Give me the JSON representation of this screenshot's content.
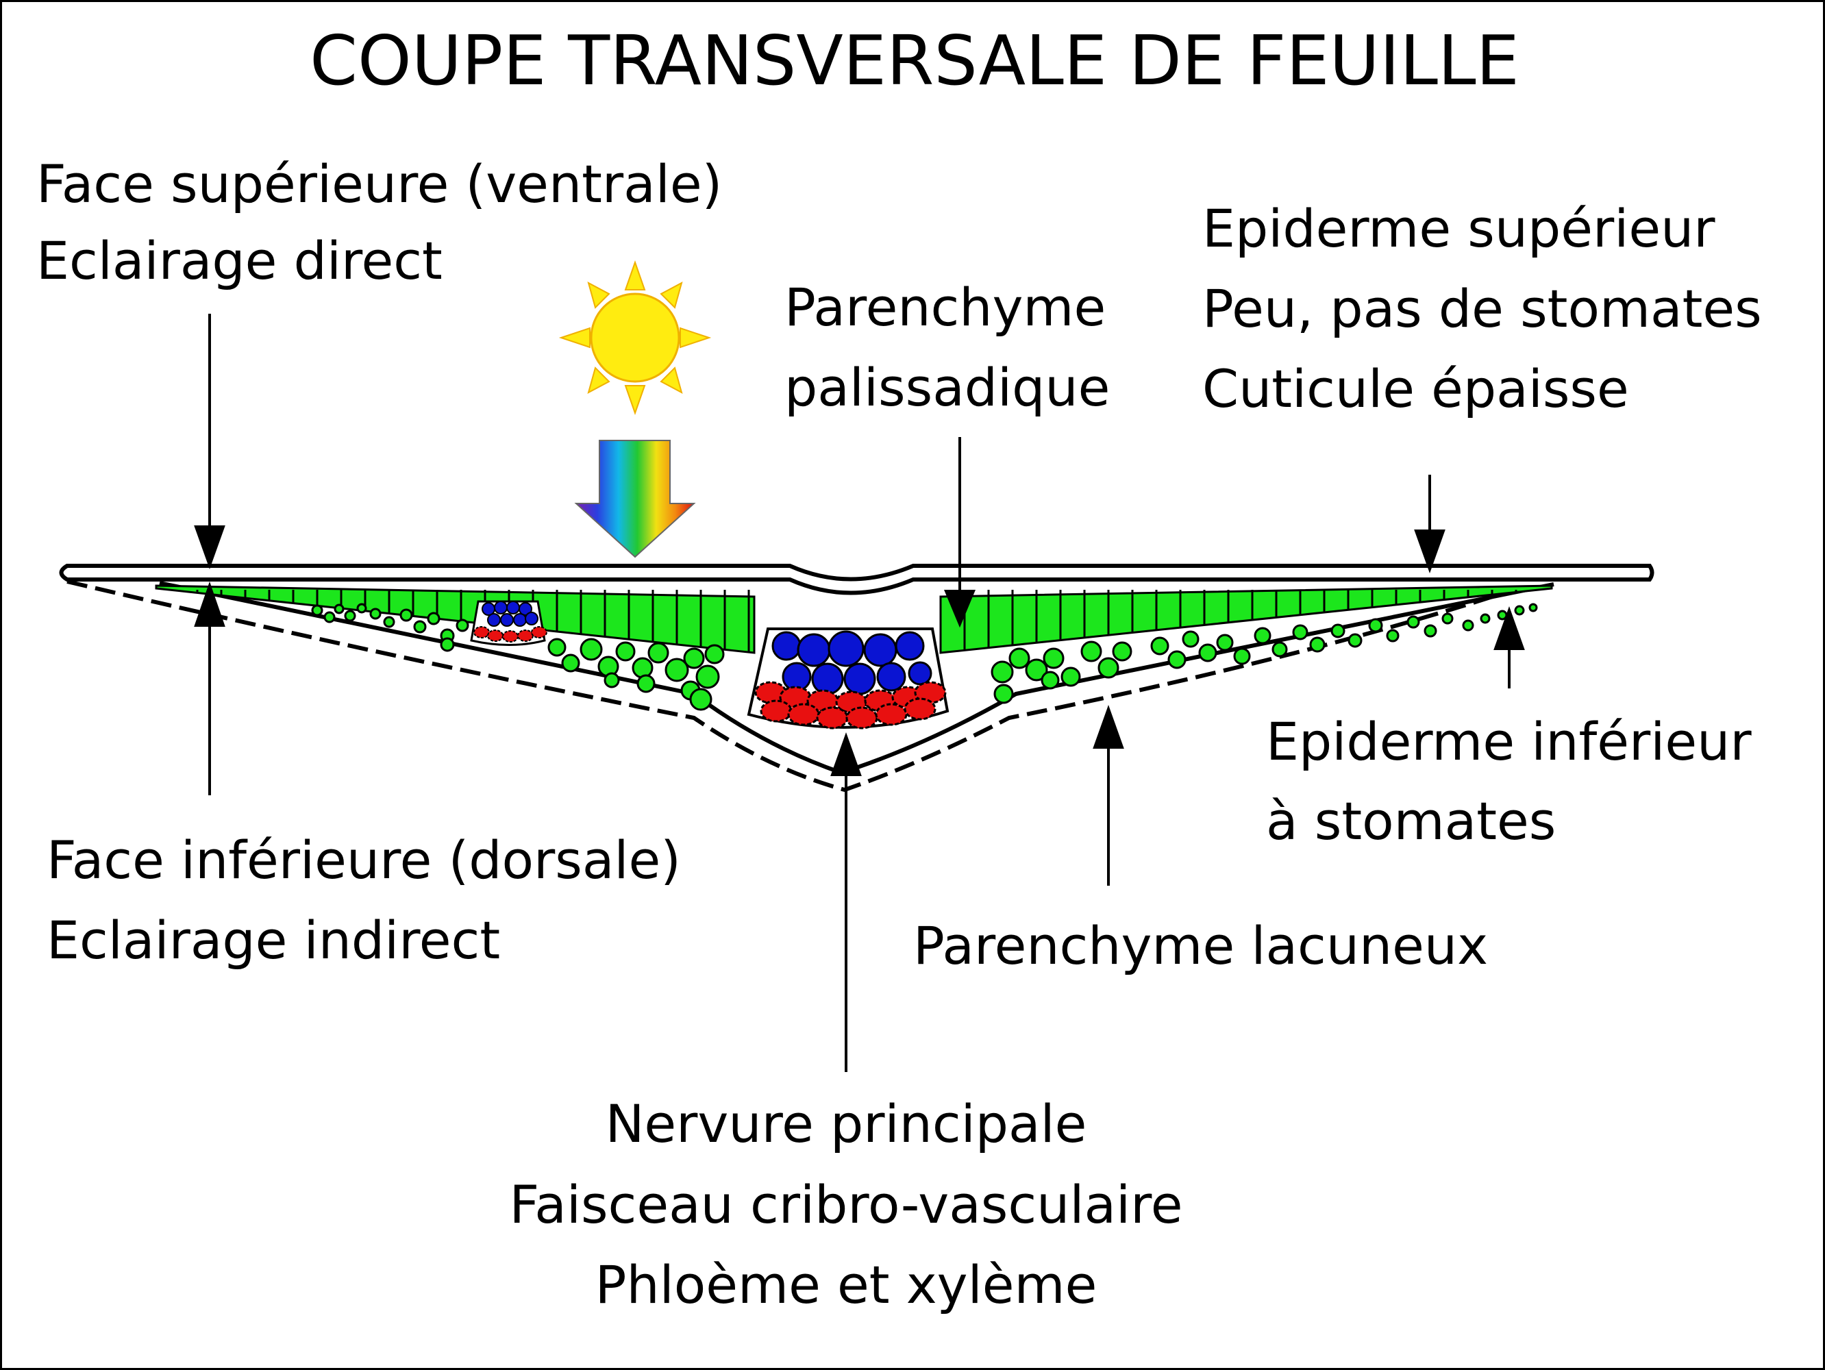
{
  "title": "COUPE TRANSVERSALE DE FEUILLE",
  "labels": {
    "face_sup_1": "Face supérieure (ventrale)",
    "face_sup_2": "Eclairage direct",
    "parenchyme_pal_1": "Parenchyme",
    "parenchyme_pal_2": "palissadique",
    "epiderme_sup_1": "Epiderme supérieur",
    "epiderme_sup_2": "Peu, pas de stomates",
    "epiderme_sup_3": "Cuticule épaisse",
    "epiderme_inf_1": "Epiderme inférieur",
    "epiderme_inf_2": "à stomates",
    "face_inf_1": "Face inférieure (dorsale)",
    "face_inf_2": "Eclairage indirect",
    "parenchyme_lac": "Parenchyme lacuneux",
    "nervure_1": "Nervure principale",
    "nervure_2": "Faisceau cribro-vasculaire",
    "nervure_3": "Phloème et xylème"
  },
  "colors": {
    "chlorenchyma": "#1ce61c",
    "xylem": "#0a14d2",
    "phloem": "#e81010",
    "sun": "#ffec10",
    "sun_outline": "#f0b000",
    "outline": "#000000"
  },
  "icons": {
    "sun": "sun-icon",
    "light_arrow": "spectrum-arrow-icon"
  }
}
